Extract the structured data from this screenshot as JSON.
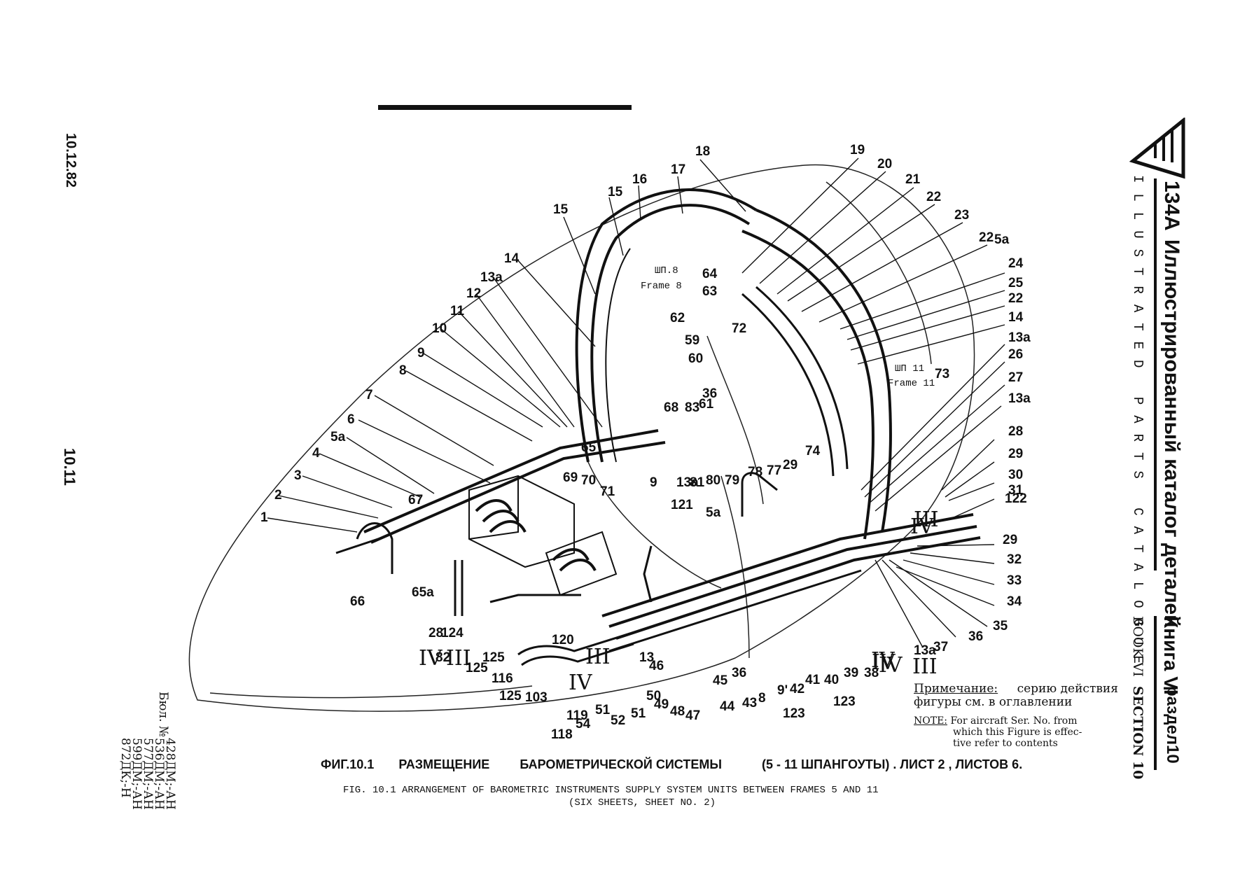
{
  "margin_left": {
    "date": "10.12.82",
    "page": "10.11",
    "bulletin_label": "Бюл. №",
    "bulletin_lines": [
      "428ДМ;-АН",
      "536ДМ;-АН",
      "577ДМ;-АН",
      "599ДМ;-АН",
      "872ДК;-Н"
    ]
  },
  "title_block": {
    "model": "134А",
    "title_ru": "Иллюстрированный   каталог деталей",
    "title_en": "ILLUSTRATED PARTS CATALOGUE",
    "book_ru": "Книга VI",
    "section_ru": "раздел10",
    "book_en": "BOOK VI",
    "section_en": "SECTION 10"
  },
  "note": {
    "ru_label": "Примечание:",
    "ru_text_1": "серию действия",
    "ru_text_2": "фигуры см. в оглавлении",
    "en_label": "NOTE:",
    "en_text_1": "For aircraft Ser. No. from",
    "en_text_2": "which this Figure is effec-",
    "en_text_3": "tive refer to contents"
  },
  "caption": {
    "ru_fig": "ФИГ.10.1",
    "ru_title_1": "РАЗМЕЩЕНИЕ",
    "ru_title_2": "БАРОМЕТРИЧЕСКОЙ СИСТЕМЫ",
    "ru_title_3": "(5 - 11  ШПАНГОУТЫ) . ЛИСТ 2 , ЛИСТОВ 6.",
    "en_line_1": "FIG. 10.1 ARRANGEMENT OF BAROMETRIC INSTRUMENTS SUPPLY SYSTEM UNITS BETWEEN FRAMES 5 AND 11",
    "en_line_2": "(SIX SHEETS, SHEET NO. 2)"
  },
  "frame_labels": [
    {
      "ru": "ШП.8",
      "en": "Frame 8"
    },
    {
      "ru": "ШП 11",
      "en": "Frame 11"
    }
  ],
  "callouts": [
    "1",
    "2",
    "3",
    "4",
    "5а",
    "6",
    "7",
    "8",
    "9",
    "10",
    "11",
    "12",
    "13а",
    "14",
    "15",
    "15",
    "16",
    "17",
    "18",
    "19",
    "20",
    "21",
    "22",
    "23",
    "22",
    "5а",
    "24",
    "25",
    "22",
    "14",
    "13а",
    "26",
    "27",
    "13а",
    "28",
    "29",
    "30",
    "31",
    "122",
    "29",
    "32",
    "33",
    "34",
    "35",
    "36",
    "37",
    "13а",
    "38",
    "39",
    "40",
    "41",
    "42",
    "123",
    "123",
    "9'",
    "8",
    "43",
    "44",
    "36",
    "45",
    "13",
    "46",
    "47",
    "48",
    "49",
    "50",
    "51",
    "52",
    "51",
    "54",
    "119",
    "118",
    "120",
    "103",
    "116",
    "125",
    "125",
    "125",
    "82",
    "28",
    "124",
    "67",
    "66",
    "65а",
    "64",
    "63",
    "62",
    "59",
    "60",
    "36",
    "61",
    "83",
    "68",
    "65",
    "69",
    "70",
    "71",
    "9",
    "72",
    "73",
    "74",
    "29",
    "77",
    "78",
    "79",
    "80",
    "81",
    "13а",
    "5а",
    "121"
  ],
  "roman_markers": [
    "IV",
    "III",
    "IV",
    "III",
    "IV",
    "III",
    "IV",
    "III",
    "IV",
    "IV"
  ]
}
